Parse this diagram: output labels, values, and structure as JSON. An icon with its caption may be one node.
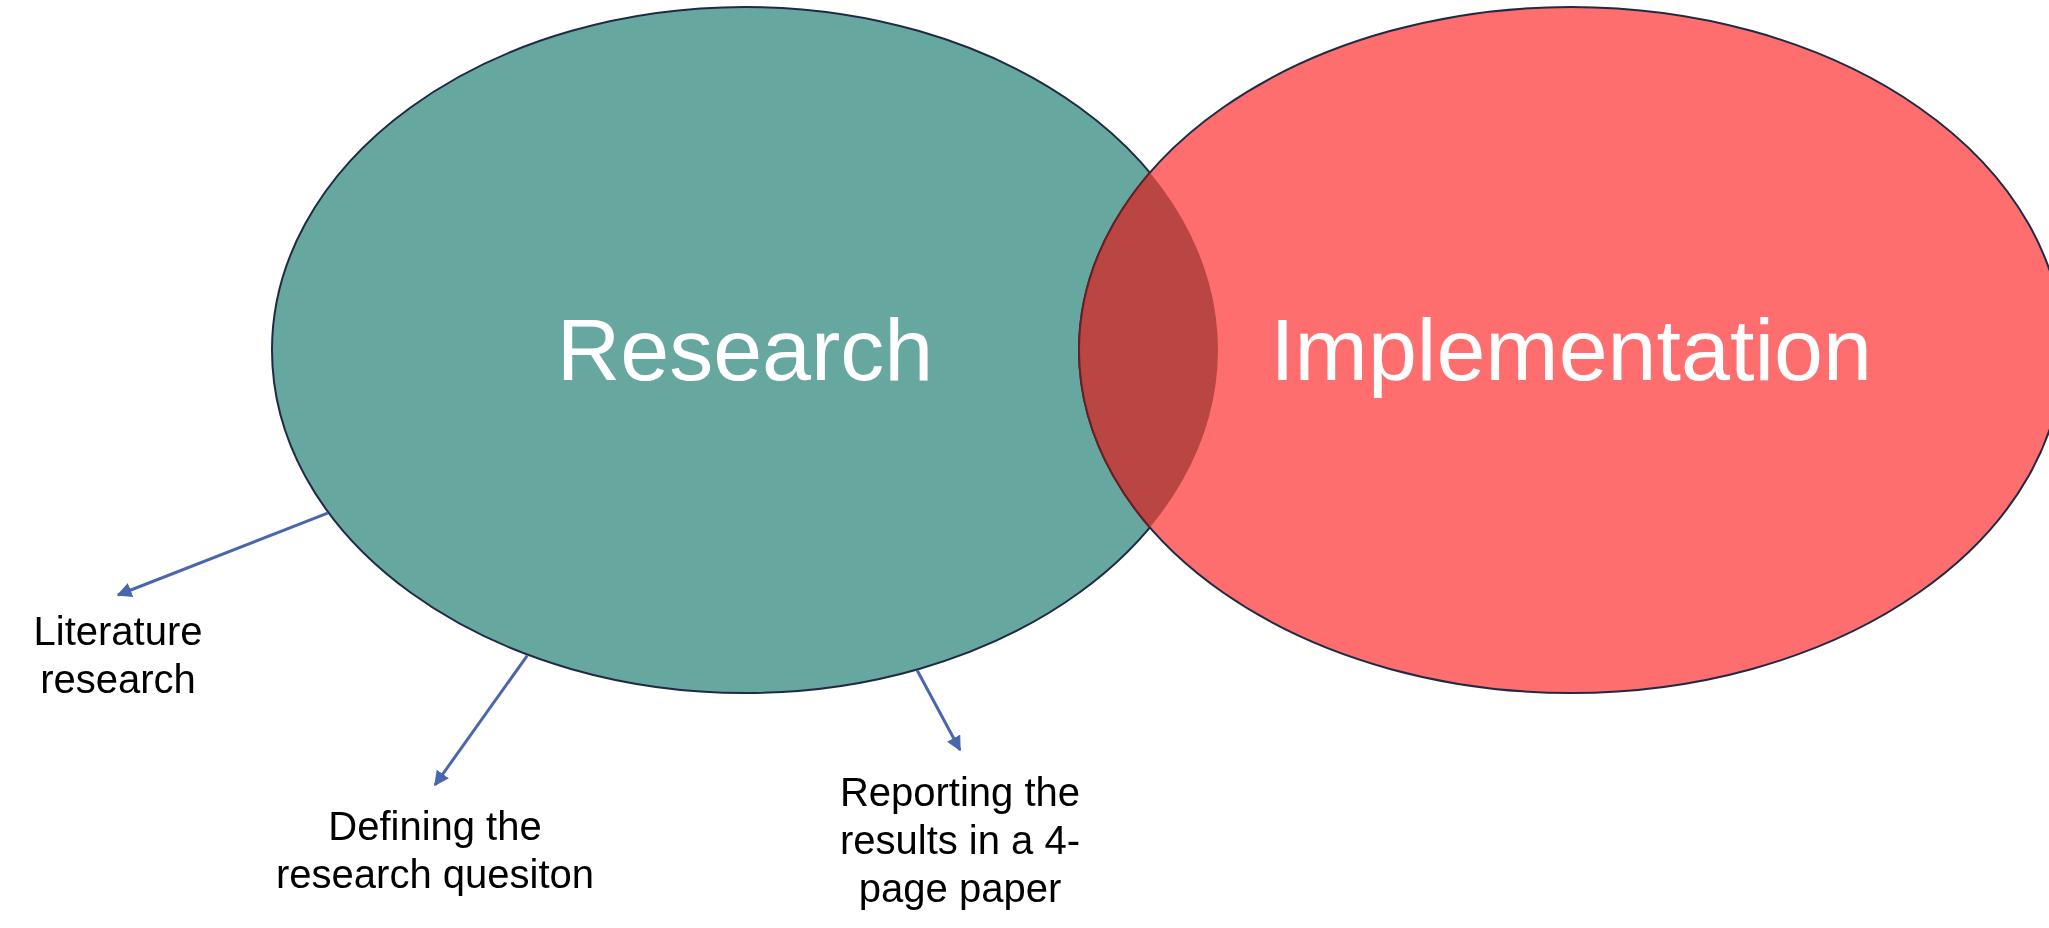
{
  "diagram": {
    "nodes": [
      {
        "text": [
          "Research"
        ]
      },
      {
        "text": [
          "Implementation"
        ]
      },
      {
        "text": [
          "Literature research"
        ]
      },
      {
        "text": [
          "Defining the research quesiton"
        ]
      },
      {
        "text": [
          "Reporting the results in a 4-page paper"
        ]
      }
    ],
    "edges": [
      {
        "from": 0,
        "to": 2,
        "arrow": "to"
      },
      {
        "from": 0,
        "to": 3,
        "arrow": "to"
      },
      {
        "from": 0,
        "to": 4,
        "arrow": "to"
      }
    ]
  }
}
